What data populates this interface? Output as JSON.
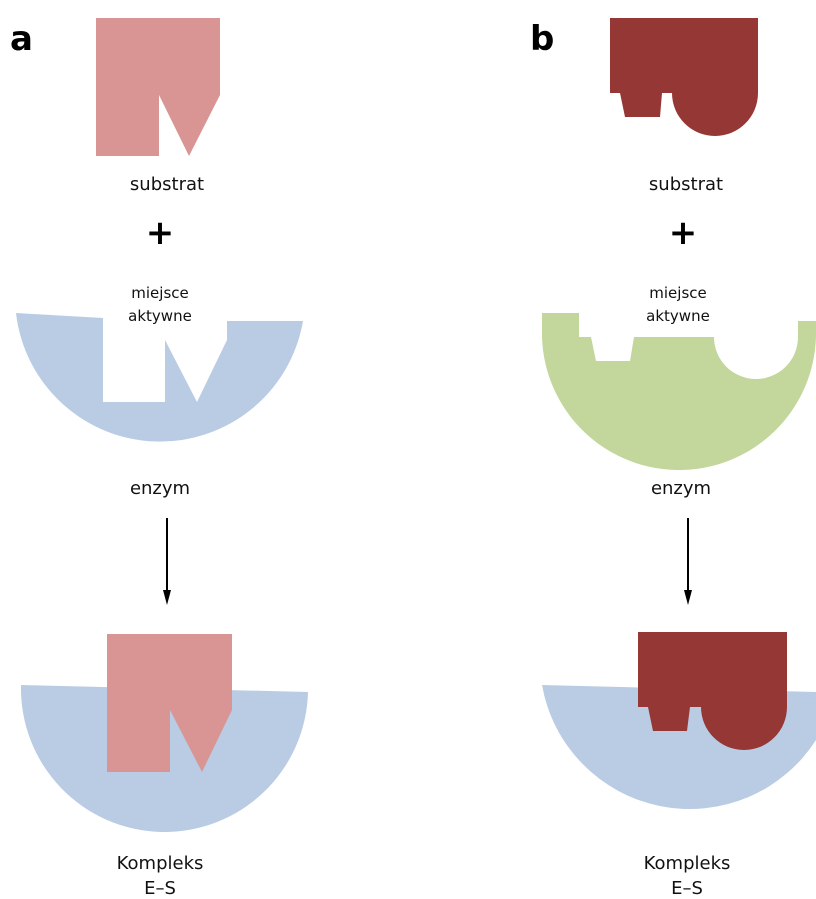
{
  "colors": {
    "substrate_a": "#d99594",
    "substrate_b": "#953735",
    "enzyme_blue": "#b9cce4",
    "enzyme_green": "#c3d69b",
    "arrow": "#000000",
    "background": "#ffffff"
  },
  "panels": [
    {
      "letter": "a",
      "substrate_label": "substrat",
      "plus": "+",
      "active_site_line1": "miejsce",
      "active_site_line2": "aktywne",
      "enzyme_label": "enzym",
      "complex_line1": "Kompleks",
      "complex_line2": "E–S"
    },
    {
      "letter": "b",
      "substrate_label": "substrat",
      "plus": "+",
      "active_site_line1": "miejsce",
      "active_site_line2": "aktywne",
      "enzyme_label": "enzym",
      "complex_line1": "Kompleks",
      "complex_line2": "E–S"
    }
  ]
}
